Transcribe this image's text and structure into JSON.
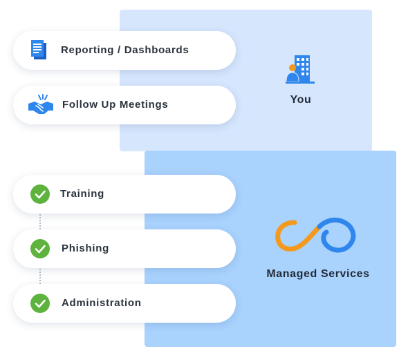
{
  "you_panel": {
    "label": "You",
    "icon": "building-person-icon",
    "color": "#d6e6fd"
  },
  "managed_panel": {
    "label": "Managed Services",
    "icon": "infinity-logo-icon",
    "color": "#a9d2fd"
  },
  "you_items": [
    {
      "label": "Reporting / Dashboards",
      "icon": "document-icon"
    },
    {
      "label": "Follow Up Meetings",
      "icon": "handshake-icon"
    }
  ],
  "managed_items": [
    {
      "label": "Training",
      "icon": "check-icon"
    },
    {
      "label": "Phishing",
      "icon": "check-icon"
    },
    {
      "label": "Administration",
      "icon": "check-icon"
    }
  ],
  "colors": {
    "accent_blue": "#2f86ec",
    "accent_orange": "#f39a1e",
    "check_green": "#5db33d"
  }
}
